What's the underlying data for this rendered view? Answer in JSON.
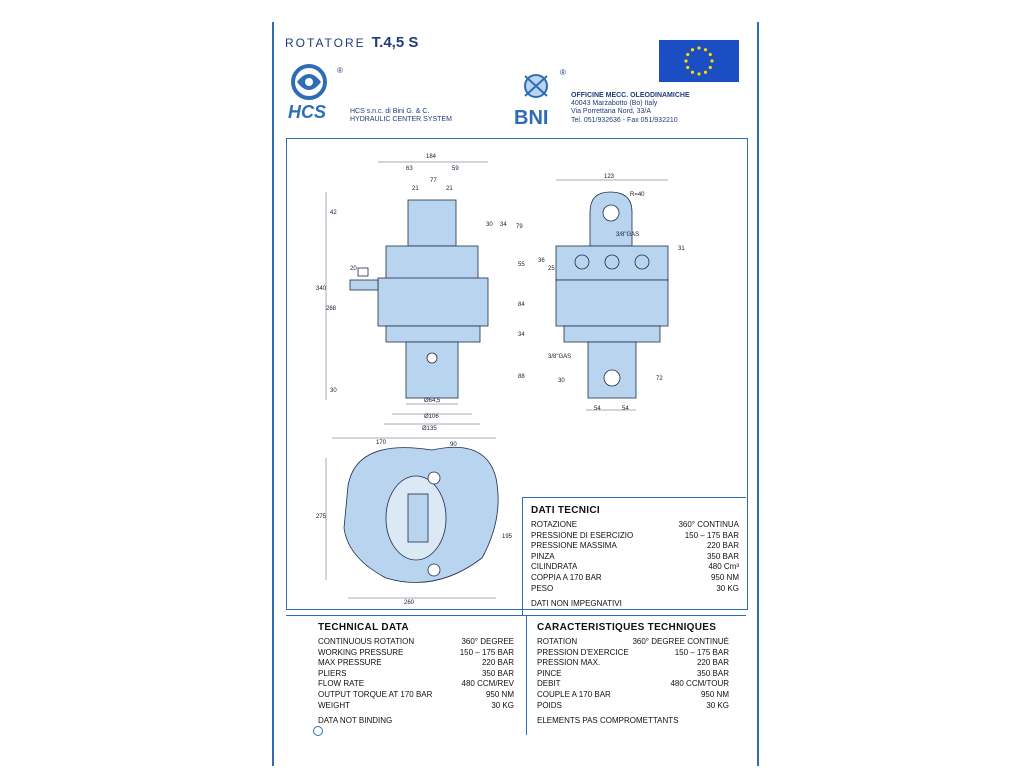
{
  "header": {
    "rotatore_label": "ROTATORE",
    "model": "T.4,5 S",
    "registered_mark": "®"
  },
  "hcs": {
    "logo_text": "HCS",
    "company_line1": "HCS s.n.c. di Bini G. & C.",
    "company_line2": "HYDRAULIC CENTER SYSTEM"
  },
  "bni": {
    "logo_text": "BNI",
    "name": "OFFICINE MECC. OLEODINAMICHE",
    "address1": "40043 Marzabotto (Bo) Italy",
    "address2": "Via Porrettana Nord, 33/A",
    "phone": "Tel. 051/932636 - Fax 051/932210"
  },
  "drawing_labels": {
    "dims_front": [
      "184",
      "63",
      "59",
      "77",
      "21",
      "21",
      "42",
      "30",
      "34",
      "79",
      "20",
      "55",
      "340",
      "268",
      "84",
      "34",
      "88",
      "30",
      "Ø64,5",
      "Ø106",
      "Ø135"
    ],
    "dims_side": [
      "123",
      "R=40",
      "3/8\"GAS",
      "31",
      "36",
      "25",
      "3/8\"GAS",
      "30",
      "72",
      "54",
      "54"
    ],
    "dims_top": [
      "170",
      "90",
      "275",
      "195",
      "260"
    ]
  },
  "colors": {
    "accent": "#2e6db5",
    "part_fill": "#b9d4ee",
    "part_stroke": "#1c2c4a",
    "eu_blue": "#1a4ec2",
    "eu_star": "#ffd700"
  },
  "dati_tecnici": {
    "title": "DATI TECNICI",
    "rows": [
      {
        "label": "ROTAZIONE",
        "value": "360° CONTINUA"
      },
      {
        "label": "PRESSIONE DI ESERCIZIO",
        "value": "150 – 175 BAR"
      },
      {
        "label": "PRESSIONE MASSIMA",
        "value": "220 BAR"
      },
      {
        "label": "PINZA",
        "value": "350 BAR"
      },
      {
        "label": "CILINDRATA",
        "value": "480 Cm³"
      },
      {
        "label": "COPPIA A 170 BAR",
        "value": "950 NM"
      },
      {
        "label": "PESO",
        "value": "30 KG"
      }
    ],
    "note": "DATI NON IMPEGNATIVI"
  },
  "technical_data": {
    "title": "TECHNICAL DATA",
    "rows": [
      {
        "label": "CONTINUOUS ROTATION",
        "value": "360° DEGREE"
      },
      {
        "label": "WORKING PRESSURE",
        "value": "150 – 175 BAR"
      },
      {
        "label": "MAX PRESSURE",
        "value": "220 BAR"
      },
      {
        "label": "PLIERS",
        "value": "350 BAR"
      },
      {
        "label": "FLOW RATE",
        "value": "480 CCM/REV"
      },
      {
        "label": "OUTPUT TORQUE AT 170 BAR",
        "value": "950 NM"
      },
      {
        "label": "WEIGHT",
        "value": "30 KG"
      }
    ],
    "note": "DATA NOT BINDING"
  },
  "caracteristiques": {
    "title": "CARACTERISTIQUES TECHNIQUES",
    "rows": [
      {
        "label": "ROTATION",
        "value": "360° DEGREE CONTINUÉ"
      },
      {
        "label": "PRESSION D'EXERCICE",
        "value": "150 – 175 BAR"
      },
      {
        "label": "PRESSION MAX.",
        "value": "220 BAR"
      },
      {
        "label": "PINCE",
        "value": "350 BAR"
      },
      {
        "label": "DEBIT",
        "value": "480 CCM/TOUR"
      },
      {
        "label": "COUPLE A 170 BAR",
        "value": "950 NM"
      },
      {
        "label": "POIDS",
        "value": "30 KG"
      }
    ],
    "note": "ELEMENTS PAS COMPROMETTANTS"
  }
}
